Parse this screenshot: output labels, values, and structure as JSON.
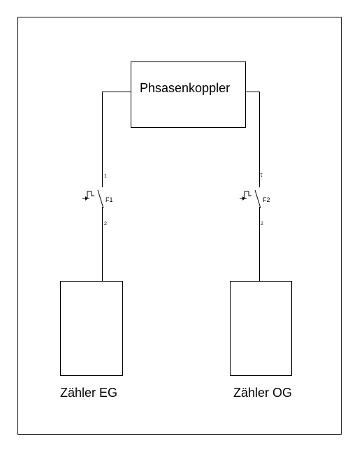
{
  "diagram": {
    "coupler": {
      "label": "Phsasenkoppler"
    },
    "breakers": [
      {
        "label": "F1",
        "terminal_top": "1",
        "terminal_bottom": "2"
      },
      {
        "label": "F2",
        "terminal_top": "1",
        "terminal_bottom": "2"
      }
    ],
    "meters": [
      {
        "label": "Zähler EG"
      },
      {
        "label": "Zähler OG"
      }
    ]
  }
}
